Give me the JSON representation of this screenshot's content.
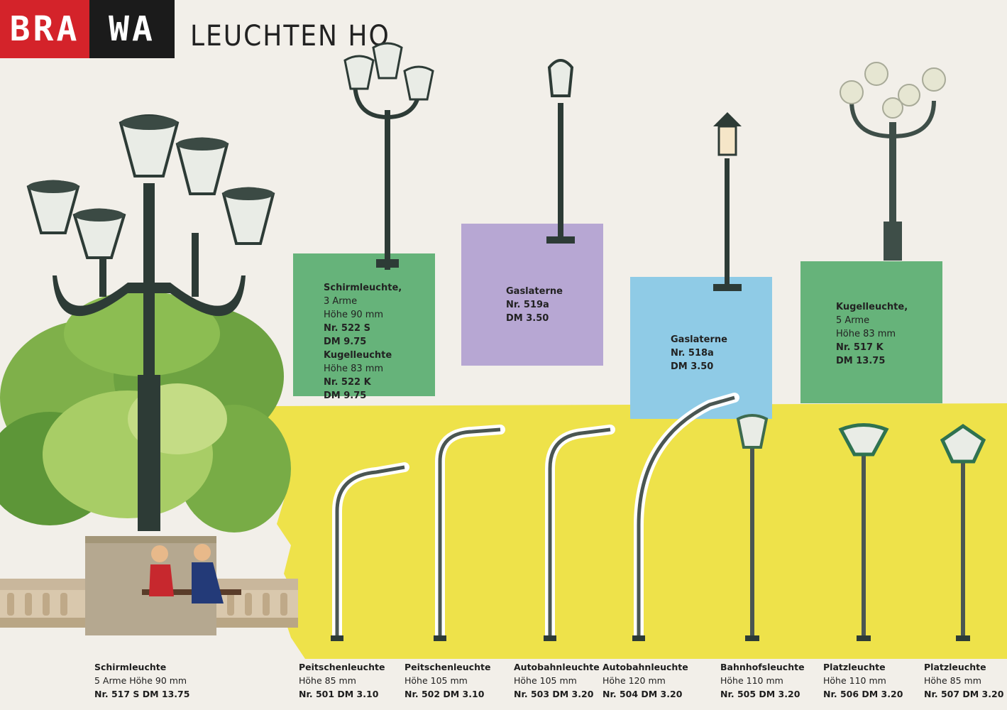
{
  "brand": {
    "part_red": "BRA",
    "part_black": "WA",
    "red": "#d4232a",
    "black": "#1b1b1b"
  },
  "headline": "LEUCHTEN HO",
  "colors": {
    "green": "#66b37a",
    "lilac": "#b7a7d3",
    "blue": "#8fcbe6",
    "yellow": "#eee24a",
    "background": "#f2efe9"
  },
  "boxes": {
    "b522": {
      "line1": "Schirmleuchte,",
      "line2": "3 Arme",
      "line3": "Höhe 90 mm",
      "line4": "Nr. 522 S",
      "line5": "DM 9.75",
      "line6": "Kugelleuchte",
      "line7": "Höhe 83 mm",
      "line8": "Nr. 522 K",
      "line9": "DM 9.75"
    },
    "b519": {
      "line1": "Gaslaterne",
      "line2": "Nr. 519a",
      "line3": "DM 3.50"
    },
    "b518": {
      "line1": "Gaslaterne",
      "line2": "Nr. 518a",
      "line3": "DM 3.50"
    },
    "b517k": {
      "line1": "Kugelleuchte,",
      "line2": "5 Arme",
      "line3": "Höhe 83 mm",
      "line4": "Nr. 517 K",
      "line5": "DM 13.75"
    }
  },
  "captions": [
    {
      "title": "Schirmleuchte",
      "detail": "5 Arme   Höhe 90 mm",
      "number": "Nr. 517 S  DM 13.75"
    },
    {
      "title": "Peitschenleuchte",
      "detail": "Höhe 85 mm",
      "number": "Nr. 501 DM 3.10"
    },
    {
      "title": "Peitschenleuchte",
      "detail": "Höhe 105 mm",
      "number": "Nr. 502 DM 3.10"
    },
    {
      "title": "Autobahnleuchte",
      "detail": "Höhe 105 mm",
      "number": "Nr. 503  DM 3.20"
    },
    {
      "title": "Autobahnleuchte",
      "detail": "Höhe 120 mm",
      "number": "Nr. 504  DM 3.20"
    },
    {
      "title": "Bahnhofsleuchte",
      "detail": "Höhe 110 mm",
      "number": "Nr. 505  DM 3.20"
    },
    {
      "title": "Platzleuchte",
      "detail": "Höhe 110 mm",
      "number": "Nr. 506  DM 3.20"
    },
    {
      "title": "Platzleuchte",
      "detail": "Höhe 85 mm",
      "number": "Nr. 507  DM 3.20"
    }
  ]
}
